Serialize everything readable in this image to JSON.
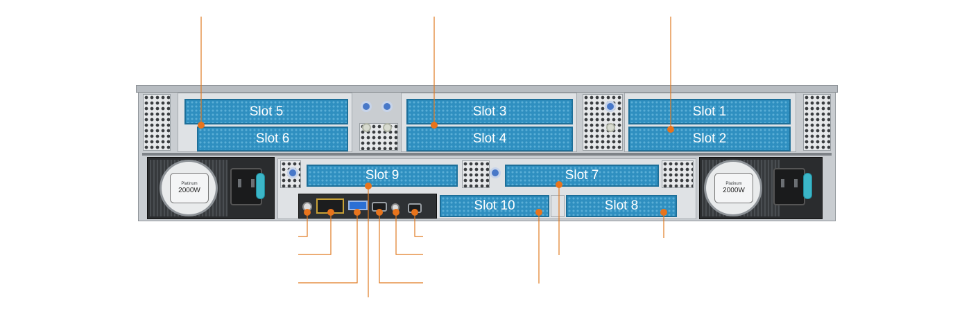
{
  "slots": {
    "slot5": "Slot 5",
    "slot6": "Slot 6",
    "slot3": "Slot 3",
    "slot4": "Slot 4",
    "slot1": "Slot 1",
    "slot2": "Slot 2",
    "slot9": "Slot 9",
    "slot7": "Slot 7",
    "slot10": "Slot 10",
    "slot8": "Slot 8"
  },
  "psu": {
    "left": {
      "grade": "Platinum",
      "wattage": "2000W"
    },
    "right": {
      "grade": "Platinum",
      "wattage": "2000W"
    }
  },
  "colors": {
    "slot_fill": "#2f8fc0",
    "callout": "#e07a22",
    "chassis": "#c9cdd1"
  },
  "icons": [
    "fan-icon",
    "power-inlet-icon",
    "rj45-port-icon",
    "usb-port-icon",
    "mini-displayport-icon",
    "screw-icon"
  ]
}
